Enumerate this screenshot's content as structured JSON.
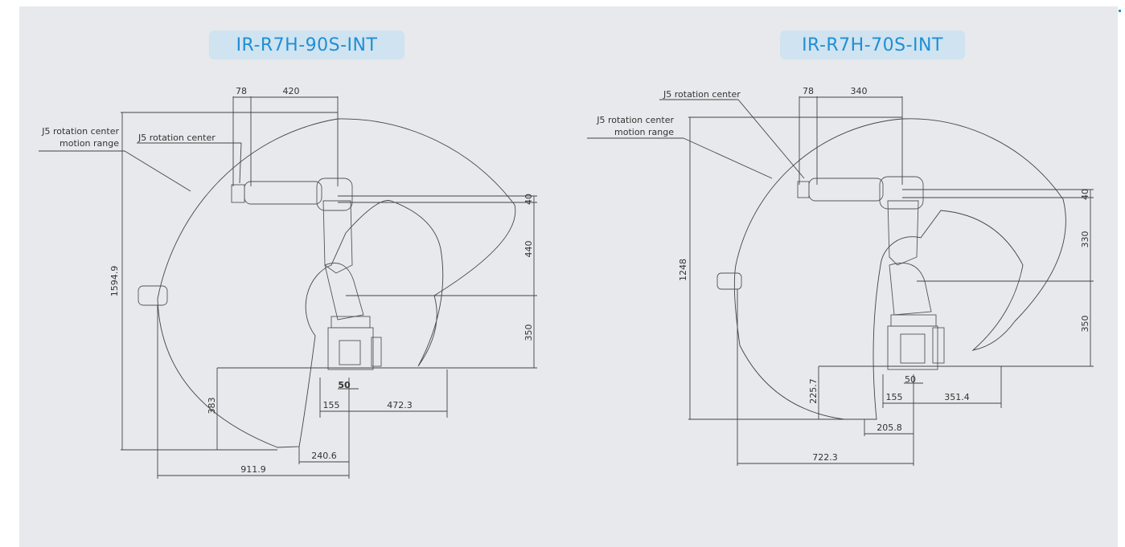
{
  "colors": {
    "background": "#e8e9ec",
    "title_bg": "#cfe3f0",
    "title_text": "#1f8fd4",
    "line": "#444444"
  },
  "diagrams": [
    {
      "title": "IR-R7H-90S-INT",
      "labels": {
        "j5_center": "J5 rotation center",
        "range_line1": "J5 rotation center",
        "range_line2": "motion range"
      },
      "dims": {
        "d78": "78",
        "d420": "420",
        "d40": "40",
        "d440": "440",
        "d350": "350",
        "d1594": "1594.9",
        "d383": "383",
        "d50": "50",
        "d155": "155",
        "d472": "472.3",
        "d240": "240.6",
        "d911": "911.9"
      }
    },
    {
      "title": "IR-R7H-70S-INT",
      "labels": {
        "j5_center": "J5 rotation center",
        "range_line1": "J5 rotation center",
        "range_line2": "motion range"
      },
      "dims": {
        "d78": "78",
        "d340": "340",
        "d40": "40",
        "d330": "330",
        "d350": "350",
        "d1248": "1248",
        "d225": "225.7",
        "d50": "50",
        "d155": "155",
        "d351": "351.4",
        "d205": "205.8",
        "d722": "722.3"
      }
    }
  ]
}
